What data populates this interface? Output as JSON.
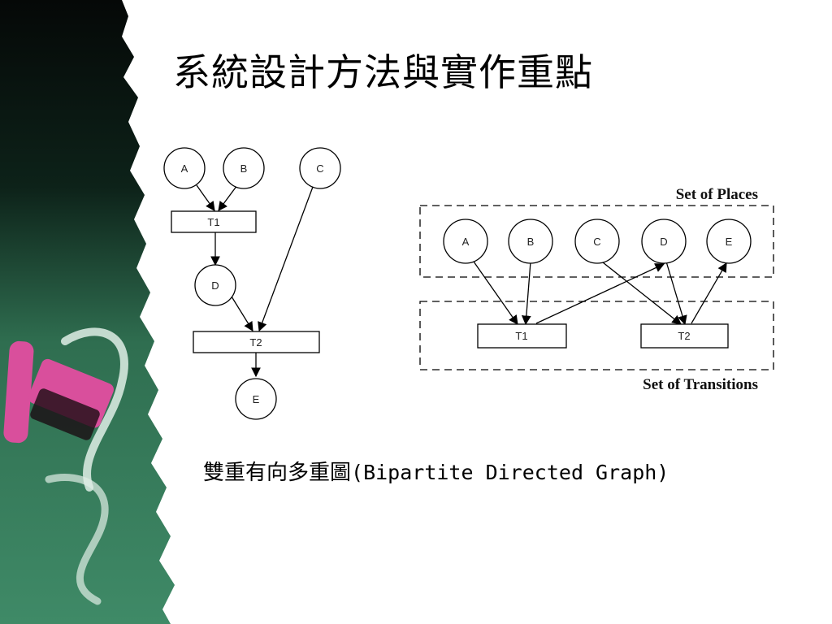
{
  "slide": {
    "title": "系統設計方法與實作重點",
    "caption_zh": "雙重有向多重圖",
    "caption_en": "(Bipartite Directed Graph)"
  },
  "colors": {
    "chalkboard": "#2e6b4e",
    "chalkboard_dark": "#0b1a13",
    "chalk_pink": "#d94f9c"
  },
  "left_diagram": {
    "places": [
      "A",
      "B",
      "C",
      "D",
      "E"
    ],
    "transitions": [
      "T1",
      "T2"
    ],
    "arcs": [
      {
        "from": "A",
        "to": "T1"
      },
      {
        "from": "B",
        "to": "T1"
      },
      {
        "from": "T1",
        "to": "D"
      },
      {
        "from": "D",
        "to": "T2"
      },
      {
        "from": "C",
        "to": "T2"
      },
      {
        "from": "T2",
        "to": "E"
      }
    ]
  },
  "right_diagram": {
    "places_label": "Set of Places",
    "transitions_label": "Set of Transitions",
    "places": [
      "A",
      "B",
      "C",
      "D",
      "E"
    ],
    "transitions": [
      "T1",
      "T2"
    ],
    "arcs": [
      {
        "from": "A",
        "to": "T1"
      },
      {
        "from": "B",
        "to": "T1"
      },
      {
        "from": "T1",
        "to": "D"
      },
      {
        "from": "C",
        "to": "T2"
      },
      {
        "from": "D",
        "to": "T2"
      },
      {
        "from": "T2",
        "to": "E"
      }
    ]
  }
}
